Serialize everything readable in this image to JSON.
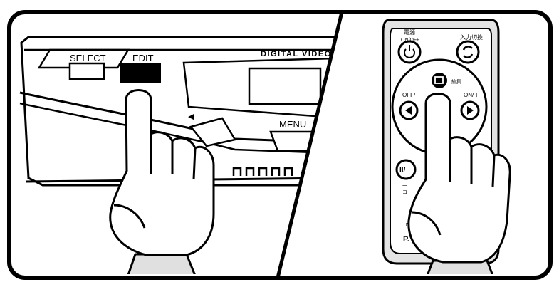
{
  "device_panel": {
    "select_label": "SELECT",
    "edit_label": "EDIT",
    "brand_text": "DIGITAL VIDEO",
    "menu_label": "MENU",
    "left_arrow": "◀"
  },
  "remote": {
    "power_label_jp": "電源",
    "power_label_en": "ON/OFF",
    "input_label": "入力切換",
    "edit_jp": "編集",
    "off_label": "OFF/−",
    "on_label": "ON/＋",
    "left_glyph": "◀",
    "right_glyph": "▶",
    "pause_glyph": "II/",
    "small_text_1": "一",
    "small_text_2": "コ",
    "brand_fragment_1": "D",
    "brand_fragment_2": "P."
  },
  "colors": {
    "background": "#ffffff",
    "frame": "#000000",
    "remote_body": "#e4e4e4",
    "sleeve": "#e0e0e0",
    "edit_button": "#000000"
  },
  "icons": [
    "power-icon",
    "refresh-icon",
    "left-arrow-icon",
    "right-arrow-icon",
    "edit-square-icon"
  ]
}
